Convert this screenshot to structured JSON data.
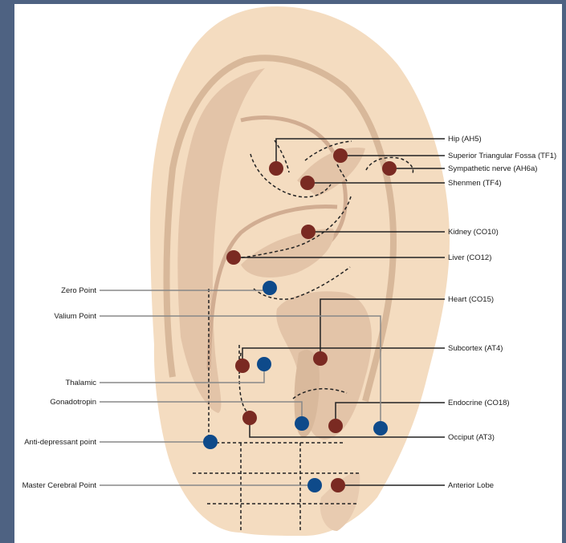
{
  "colors": {
    "frame": "#4e6282",
    "skin": "#f4dcc0",
    "skin_shade": "#e3c4a8",
    "skin_dark": "#d1ad92",
    "red_point": "#7a2a22",
    "blue_point": "#0e4a8a",
    "line_dark": "#222222",
    "line_grey": "#888888"
  },
  "labels": {
    "right": [
      "Hip (AH5)",
      "Superior Triangular Fossa (TF1)",
      "Sympathetic nerve (AH6a)",
      "Shenmen (TF4)",
      "Kidney (CO10)",
      "Liver (CO12)",
      "Heart (CO15)",
      "Subcortex (AT4)",
      "Endocrine (CO18)",
      "Occiput (AT3)",
      "Anterior Lobe"
    ],
    "left": [
      "Zero Point",
      "Valium Point",
      "Thalamic",
      "Gonadotropin",
      "Anti-depressant point",
      "Master Cerebral Point"
    ]
  }
}
